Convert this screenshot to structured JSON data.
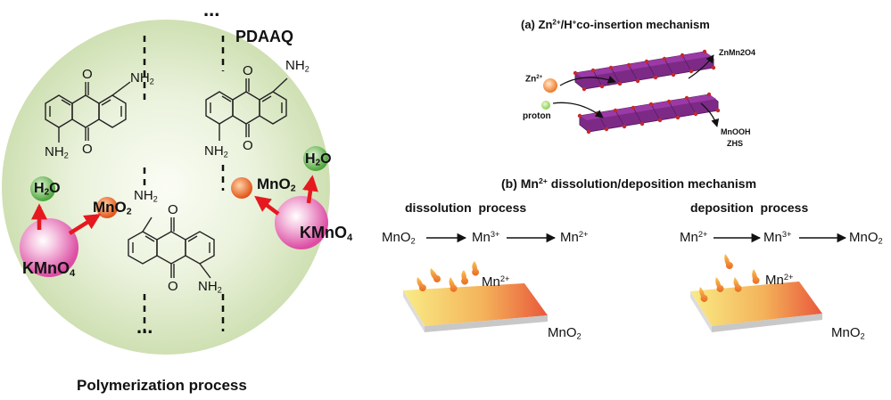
{
  "left_panel": {
    "polymer_label": "PDAAQ",
    "top_ellipsis": "...",
    "bottom_ellipsis": "...",
    "caption": "Polymerization process",
    "nh2": "NH",
    "two": "2",
    "carbonyl_o": "O",
    "h2o_h": "H",
    "h2o_o": "O",
    "mno2_mn": "MnO",
    "kmno4_k": "KMnO",
    "four": "4"
  },
  "panel_a": {
    "title_prefix": "(a) Zn",
    "title_sup1": "2+",
    "title_mid": "/H",
    "title_sup2": "+",
    "title_suffix": "co-insertion mechanism",
    "zn_label": "Zn",
    "zn_sup": "2+",
    "proton_label": "proton",
    "product1": "ZnMn2O4",
    "product2a": "MnOOH",
    "product2b": "ZHS"
  },
  "panel_b": {
    "title_prefix": "(b) Mn",
    "title_sup": "2+",
    "title_suffix": " dissolution/deposition mechanism",
    "dissolution_label": "dissolution  process",
    "deposition_label": "deposition  process",
    "mno2": "MnO",
    "mno2_sub": "2",
    "mn": "Mn",
    "sup3": "3+",
    "sup2": "2+",
    "slab_label": "MnO",
    "slab_sub": "2"
  },
  "colors": {
    "glow": "#d3e3b8",
    "arrow_red": "#e5191f",
    "kmno4_pink": "#e25fae",
    "h2o_green": "#5fb44a",
    "mno2_orange": "#e5631f",
    "crystal_purple": "#7d2a87",
    "slab_yellow": "#f6df6a",
    "slab_red": "#e8623e"
  }
}
